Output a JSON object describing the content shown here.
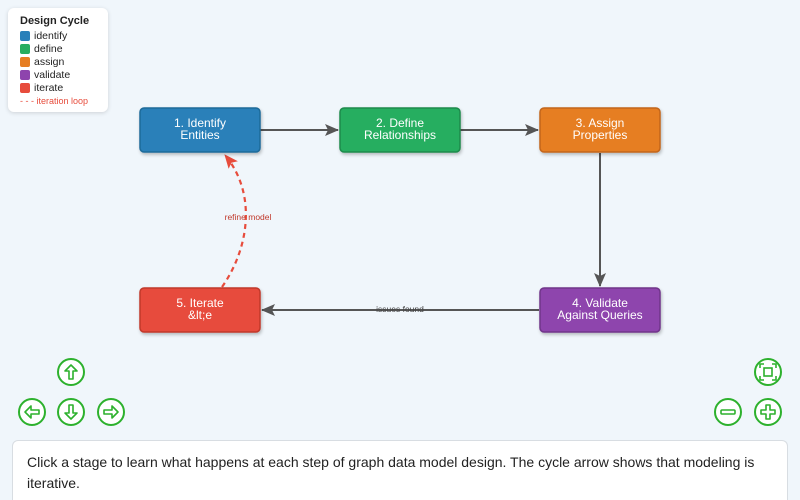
{
  "legend": {
    "title": "Design Cycle",
    "items": [
      {
        "label": "identify",
        "color": "#2980b9"
      },
      {
        "label": "define",
        "color": "#27ae60"
      },
      {
        "label": "assign",
        "color": "#e67e22"
      },
      {
        "label": "validate",
        "color": "#8e44ad"
      },
      {
        "label": "iterate",
        "color": "#e74c3c"
      }
    ],
    "loop_label": "- - - iteration loop"
  },
  "nodes": {
    "identify": {
      "line1": "1. Identify",
      "line2": "Entities",
      "color": "#2980b9",
      "border": "#1f6a99"
    },
    "define": {
      "line1": "2. Define",
      "line2": "Relationships",
      "color": "#27ae60",
      "border": "#1e8a4c"
    },
    "assign": {
      "line1": "3. Assign",
      "line2": "Properties",
      "color": "#e67e22",
      "border": "#c2651a"
    },
    "validate": {
      "line1": "4. Validate",
      "line2": "Against Queries",
      "color": "#8e44ad",
      "border": "#6f3489"
    },
    "iterate": {
      "line1": "5. Iterate",
      "line2": "&lt;e",
      "color": "#e74c3c",
      "border": "#c0392b"
    }
  },
  "edges": {
    "issues_found": "issues found",
    "refine_model": "refine model"
  },
  "colors": {
    "edge": "#555555",
    "loop": "#e74c3c",
    "button": "#2db12d"
  },
  "controls": {
    "up": "arrow-up-icon",
    "left": "arrow-left-icon",
    "down": "arrow-down-icon",
    "right": "arrow-right-icon",
    "fit": "fit-screen-icon",
    "zoom_out": "zoom-out-icon",
    "zoom_in": "zoom-in-icon"
  },
  "info": {
    "text": "Click a stage to learn what happens at each step of graph data model design. The cycle arrow shows that modeling is iterative."
  }
}
